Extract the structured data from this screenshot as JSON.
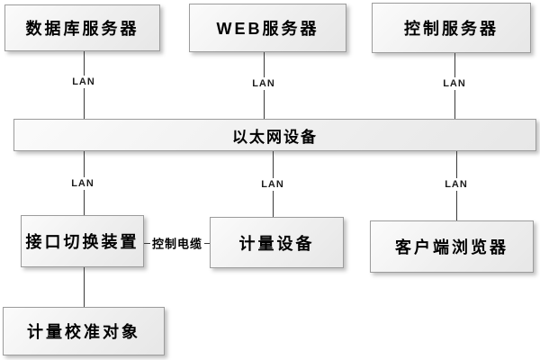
{
  "diagram": {
    "title": "network-metering-architecture",
    "nodes": [
      {
        "id": "db-server",
        "label": "数据库服务器"
      },
      {
        "id": "web-server",
        "label": "WEB服务器"
      },
      {
        "id": "control-server",
        "label": "控制服务器"
      },
      {
        "id": "ethernet-device",
        "label": "以太网设备"
      },
      {
        "id": "interface-switch",
        "label": "接口切换装置"
      },
      {
        "id": "metering-device",
        "label": "计量设备"
      },
      {
        "id": "client-browser",
        "label": "客户端浏览器"
      },
      {
        "id": "calibration-target",
        "label": "计量校准对象"
      }
    ],
    "edge_labels": {
      "lan": "LAN",
      "control_cable": "控制电缆"
    },
    "colors": {
      "node_fill": "#efefef",
      "node_border": "#9c9c9c",
      "line": "#3a3a3a",
      "text": "#000000",
      "background": "#ffffff"
    }
  }
}
